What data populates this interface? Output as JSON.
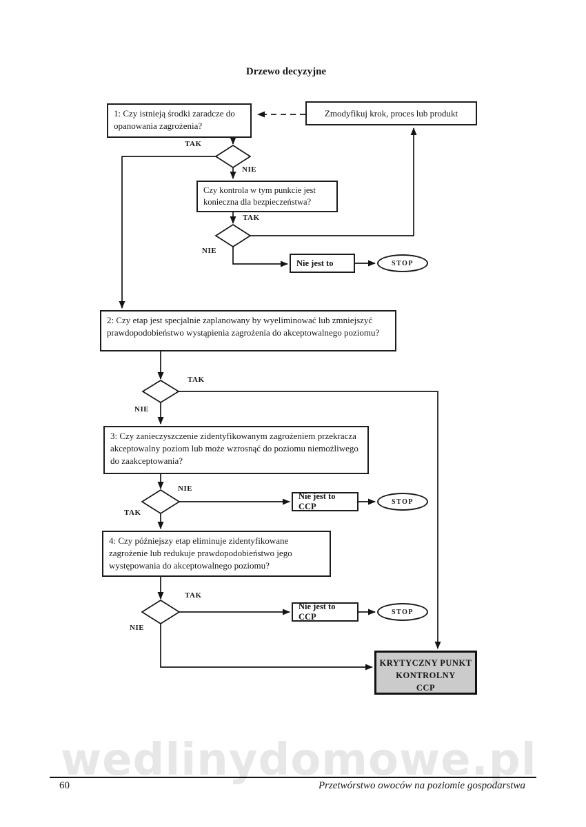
{
  "page": {
    "title": "Drzewo decyzyjne",
    "watermark": "wedlinydomowe.pl",
    "footer": {
      "page_number": "60",
      "book_title": "Przetwórstwo owoców na poziomie gospodarstwa"
    }
  },
  "labels": {
    "yes": "TAK",
    "no": "NIE",
    "stop": "STOP"
  },
  "nodes": {
    "q1": "1: Czy istnieją środki zaradcze do opanowania zagrożenia?",
    "modify": "Zmodyfikuj krok, proces lub produkt",
    "control_needed": "Czy kontrola w tym punkcie jest konieczna dla bezpieczeństwa?",
    "not_it": "Nie jest to",
    "q2": "2: Czy etap jest specjalnie zaplanowany by wyeliminować lub zmniejszyć prawdopodobieństwo wystąpienia zagrożenia do akceptowalnego poziomu?",
    "q3": "3: Czy zanieczyszczenie zidentyfikowanym zagrożeniem przekracza akceptowalny poziom lub może wzrosnąć do poziomu niemożliwego do zaakceptowania?",
    "not_ccp": "Nie jest to CCP",
    "q4": "4: Czy późniejszy etap eliminuje zidentyfikowane zagrożenie lub redukuje prawdopodobieństwo jego występowania do akceptowalnego poziomu?",
    "ccp": {
      "line1": "KRYTYCZNY  PUNKT",
      "line2": "KONTROLNY",
      "line3": "CCP"
    }
  }
}
